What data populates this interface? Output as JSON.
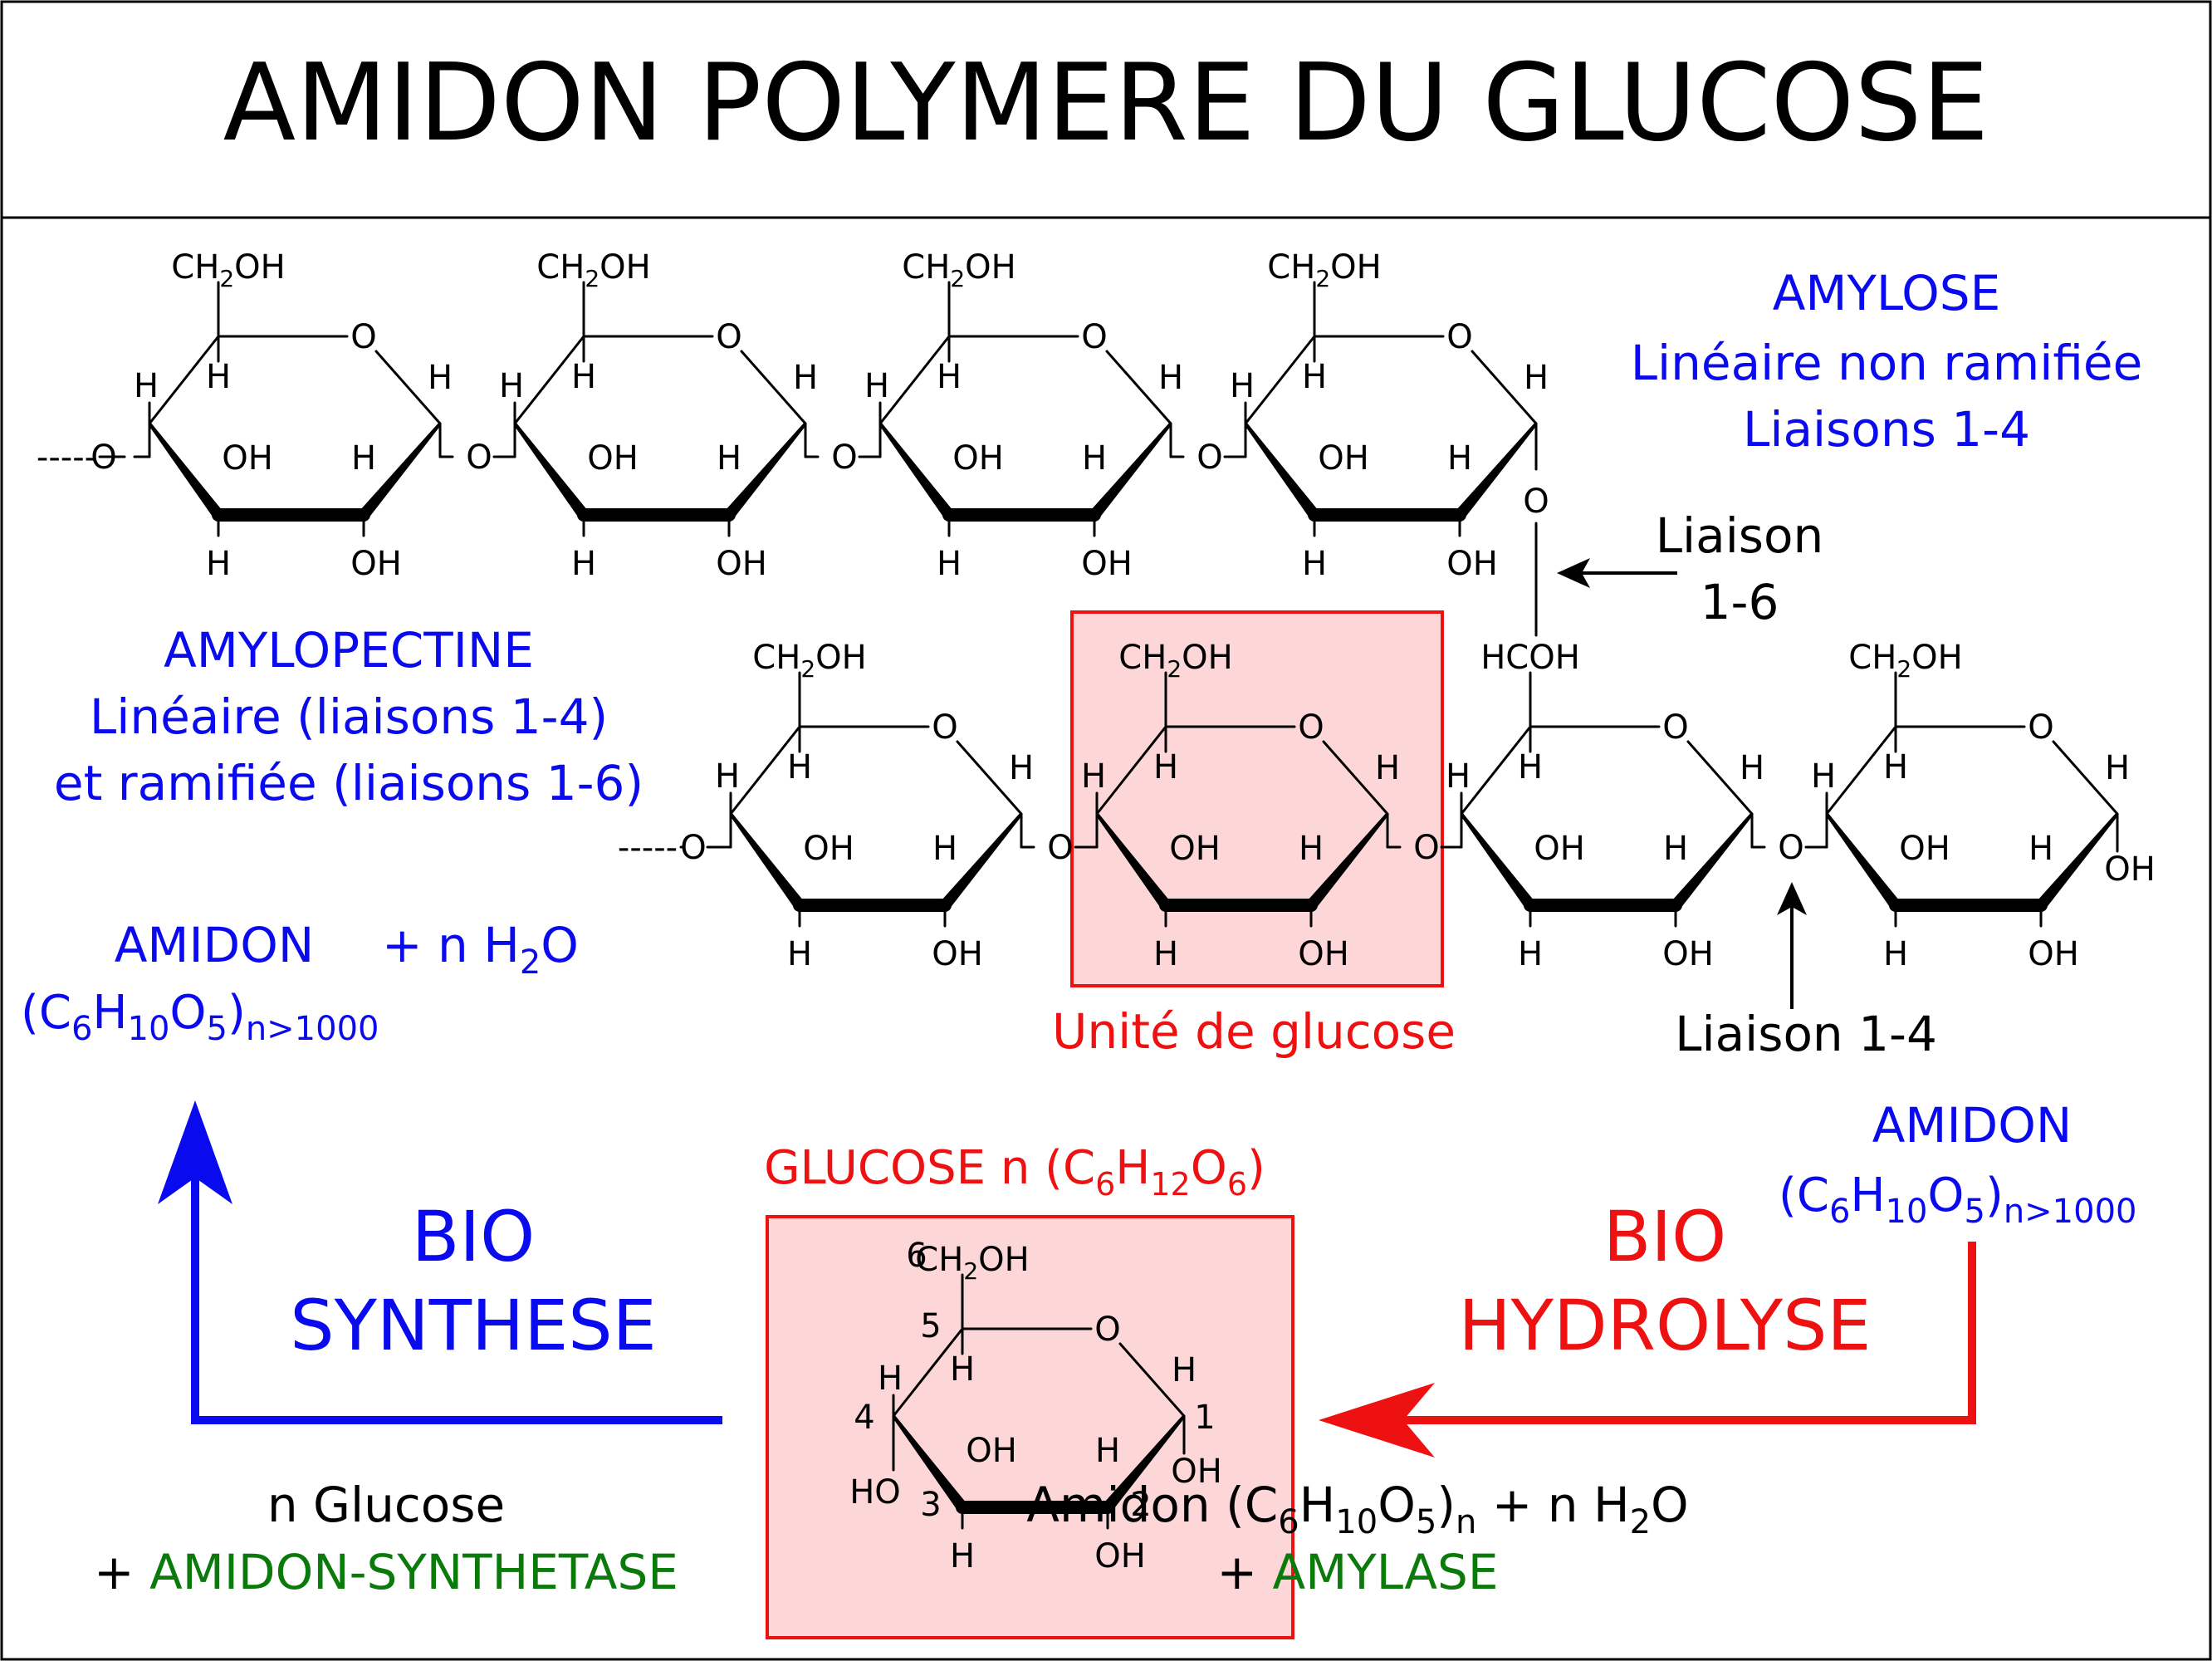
{
  "title": "AMIDON POLYMERE DU GLUCOSE",
  "amylose": {
    "title": "AMYLOSE",
    "line1": "Linéaire non ramifiée",
    "line2": "Liaisons 1-4"
  },
  "amylopectine": {
    "title": "AMYLOPECTINE",
    "line1": "Linéaire (liaisons 1-4)",
    "line2": "et ramifiée (liaisons 1-6)"
  },
  "labels": {
    "liaison16_a": "Liaison",
    "liaison16_b": "1-6",
    "liaison14": "Liaison 1-4",
    "unite": "Unité de glucose",
    "glucose_n": "GLUCOSE n (C",
    "amidon_left": "AMIDON",
    "plus_n_h2o": "+ n H",
    "amidon_right": "AMIDON",
    "formula_c": "(C",
    "formula_n": "n>1000",
    "bio_left_1": "BIO",
    "bio_left_2": "SYNTHESE",
    "bio_right_1": "BIO",
    "bio_right_2": "HYDROLYSE",
    "n_glucose": "n Glucose",
    "amidon_synthetase": "AMIDON-SYNTHETASE",
    "amidon_eq": "Amidon (C",
    "amylase": "AMYLASE",
    "plus": "+ "
  },
  "chem": {
    "ch2oh": "CH",
    "hcoh": "HCOH",
    "o": "O",
    "h": "H",
    "oh": "OH",
    "ho": "HO",
    "ellipsis": "-----",
    "num": [
      "1",
      "2",
      "3",
      "4",
      "5",
      "6"
    ]
  },
  "colors": {
    "blue": "#0a0aee",
    "red": "#ee1111",
    "green": "#0a7a0a",
    "highlight_fill": "#fdd6d8"
  }
}
